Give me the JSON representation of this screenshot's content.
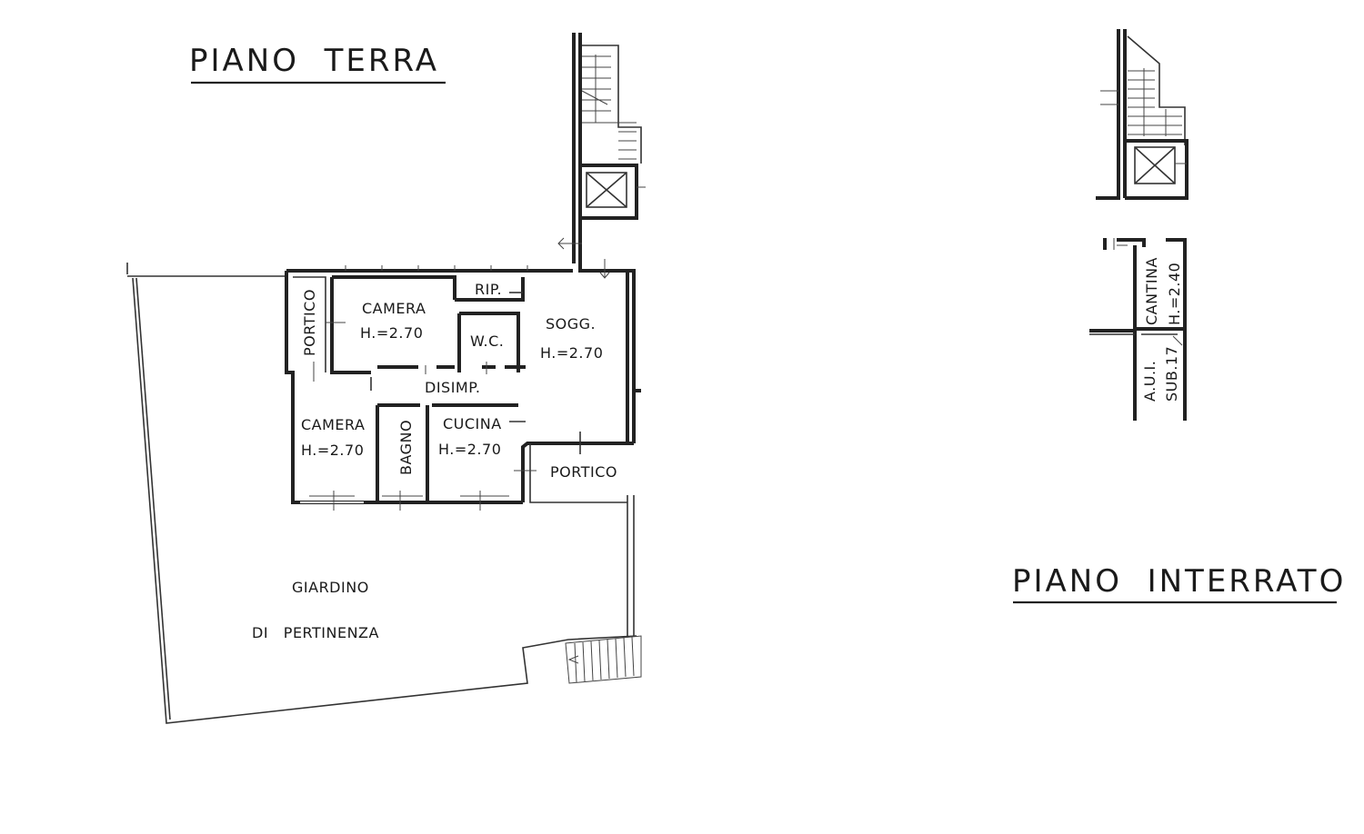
{
  "titles": {
    "ground_floor": "PIANO  TERRA",
    "basement": "PIANO  INTERRATO"
  },
  "rooms": {
    "portico_left": "PORTICO",
    "camera_top": "CAMERA",
    "camera_top_height": "H.=2.70",
    "rip": "RIP.",
    "wc": "W.C.",
    "sogg": "SOGG.",
    "sogg_height": "H.=2.70",
    "disimp": "DISIMP.",
    "camera_bottom": "CAMERA",
    "camera_bottom_height": "H.=2.70",
    "bagno": "BAGNO",
    "cucina": "CUCINA",
    "cucina_height": "H.=2.70",
    "portico_right": "PORTICO",
    "giardino": "GIARDINO",
    "di_pertinenza": "DI   PERTINENZA"
  },
  "basement_rooms": {
    "cantina": "CANTINA",
    "cantina_height": "H.=2.40",
    "aui": "A.U.I.",
    "sub": "SUB.17"
  },
  "colors": {
    "ink": "#222222",
    "paper": "#ffffff"
  },
  "icons": [
    "stairs-icon",
    "elevator-icon",
    "door-arrow-icon"
  ]
}
